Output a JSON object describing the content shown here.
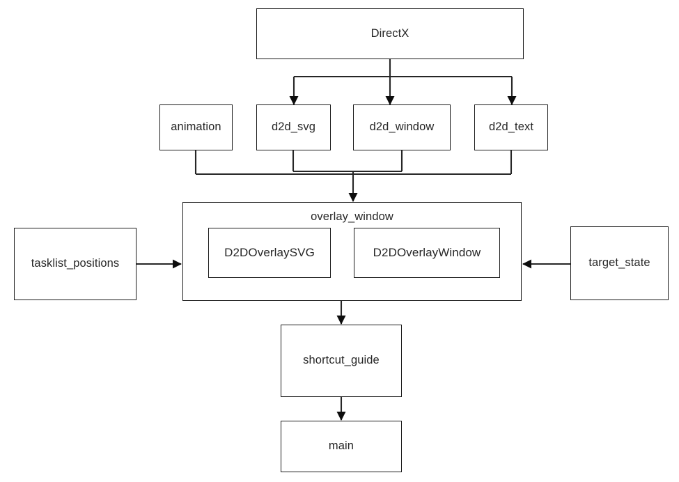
{
  "diagram": {
    "title": "DirectX overlay module dependency diagram",
    "type": "flowchart",
    "background_color": "#ffffff",
    "node_border_color": "#1a1a1a",
    "text_color": "#262626",
    "nodes": {
      "directx": {
        "label": "DirectX"
      },
      "animation": {
        "label": "animation"
      },
      "d2d_svg": {
        "label": "d2d_svg"
      },
      "d2d_window": {
        "label": "d2d_window"
      },
      "d2d_text": {
        "label": "d2d_text"
      },
      "overlay_window": {
        "label": "overlay_window"
      },
      "d2d_overlay_svg": {
        "label": "D2DOverlaySVG"
      },
      "d2d_overlay_window": {
        "label": "D2DOverlayWindow"
      },
      "tasklist_positions": {
        "label": "tasklist_positions"
      },
      "target_state": {
        "label": "target_state"
      },
      "shortcut_guide": {
        "label": "shortcut_guide"
      },
      "main": {
        "label": "main"
      }
    },
    "edges": [
      {
        "from": "directx",
        "to": "d2d_svg"
      },
      {
        "from": "directx",
        "to": "d2d_window"
      },
      {
        "from": "directx",
        "to": "d2d_text"
      },
      {
        "from": "animation",
        "to": "overlay_window"
      },
      {
        "from": "d2d_svg",
        "to": "overlay_window"
      },
      {
        "from": "d2d_window",
        "to": "overlay_window"
      },
      {
        "from": "d2d_text",
        "to": "overlay_window"
      },
      {
        "from": "tasklist_positions",
        "to": "overlay_window"
      },
      {
        "from": "target_state",
        "to": "overlay_window"
      },
      {
        "from": "overlay_window",
        "to": "shortcut_guide"
      },
      {
        "from": "shortcut_guide",
        "to": "main"
      }
    ]
  }
}
